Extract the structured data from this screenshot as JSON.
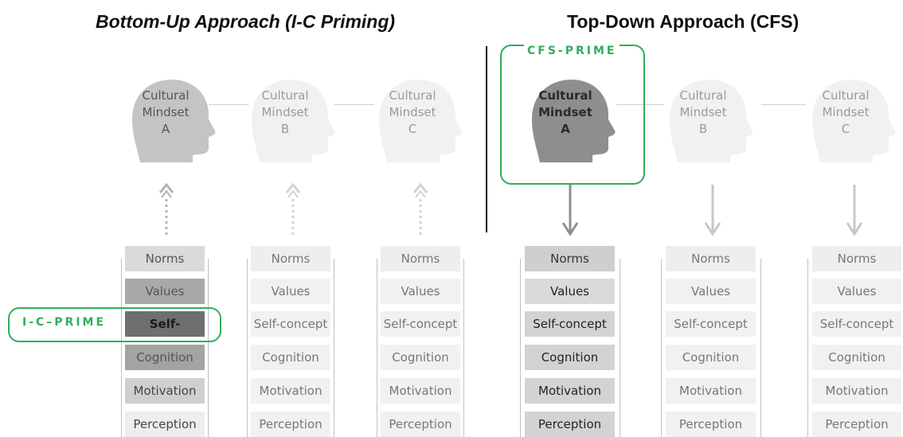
{
  "titles": {
    "bottom_up": "Bottom-Up Approach (I-C Priming)",
    "top_down": "Top-Down Approach (CFS)"
  },
  "primes": {
    "ic": "I-C–PRIME",
    "cfs": "CFS-PRIME"
  },
  "heads": {
    "a": [
      "Cultural",
      "Mindset",
      "A"
    ],
    "b": [
      "Cultural",
      "Mindset",
      "B"
    ],
    "c": [
      "Cultural",
      "Mindset",
      "C"
    ]
  },
  "components": [
    "Norms",
    "Values",
    "Self-concept",
    "Cognition",
    "Motivation",
    "Perception"
  ],
  "colors": {
    "prime_green": "#2fae5a",
    "head_active_left": "#c4c4c4",
    "head_active_right": "#8e8e8e",
    "head_inactive": "#f1f1ef"
  }
}
